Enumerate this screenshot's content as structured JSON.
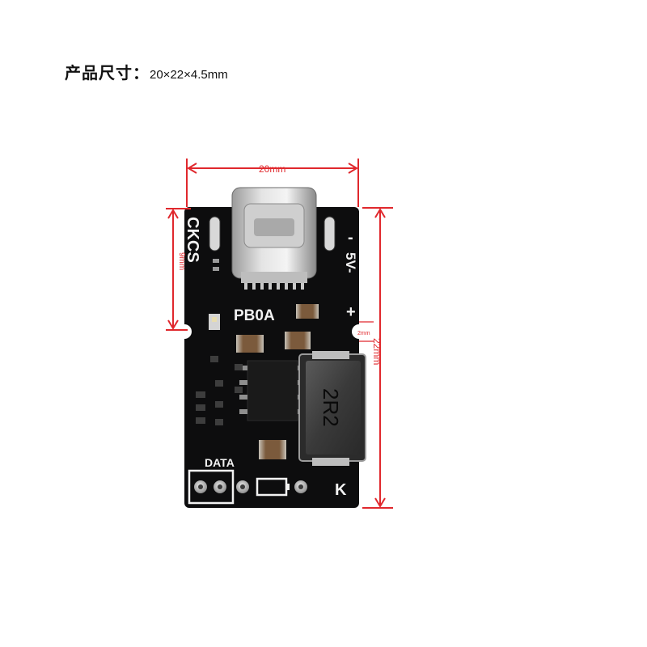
{
  "caption": {
    "label": "产品尺寸：",
    "value": "20×22×4.5mm"
  },
  "dimensions": {
    "width": "20mm",
    "height": "22mm",
    "upper": "9mm",
    "hole": "2mm"
  },
  "board": {
    "brand": "CKCS",
    "chip_label": "PB0A",
    "inductor_label": "2R2",
    "pad_label": "DATA",
    "switch_label": "K",
    "output_label": "5V-",
    "plus_label": "+"
  },
  "colors": {
    "pcb": "#0d0d0e",
    "dimension": "#e0282d",
    "silkscreen": "#f2f2f2"
  }
}
